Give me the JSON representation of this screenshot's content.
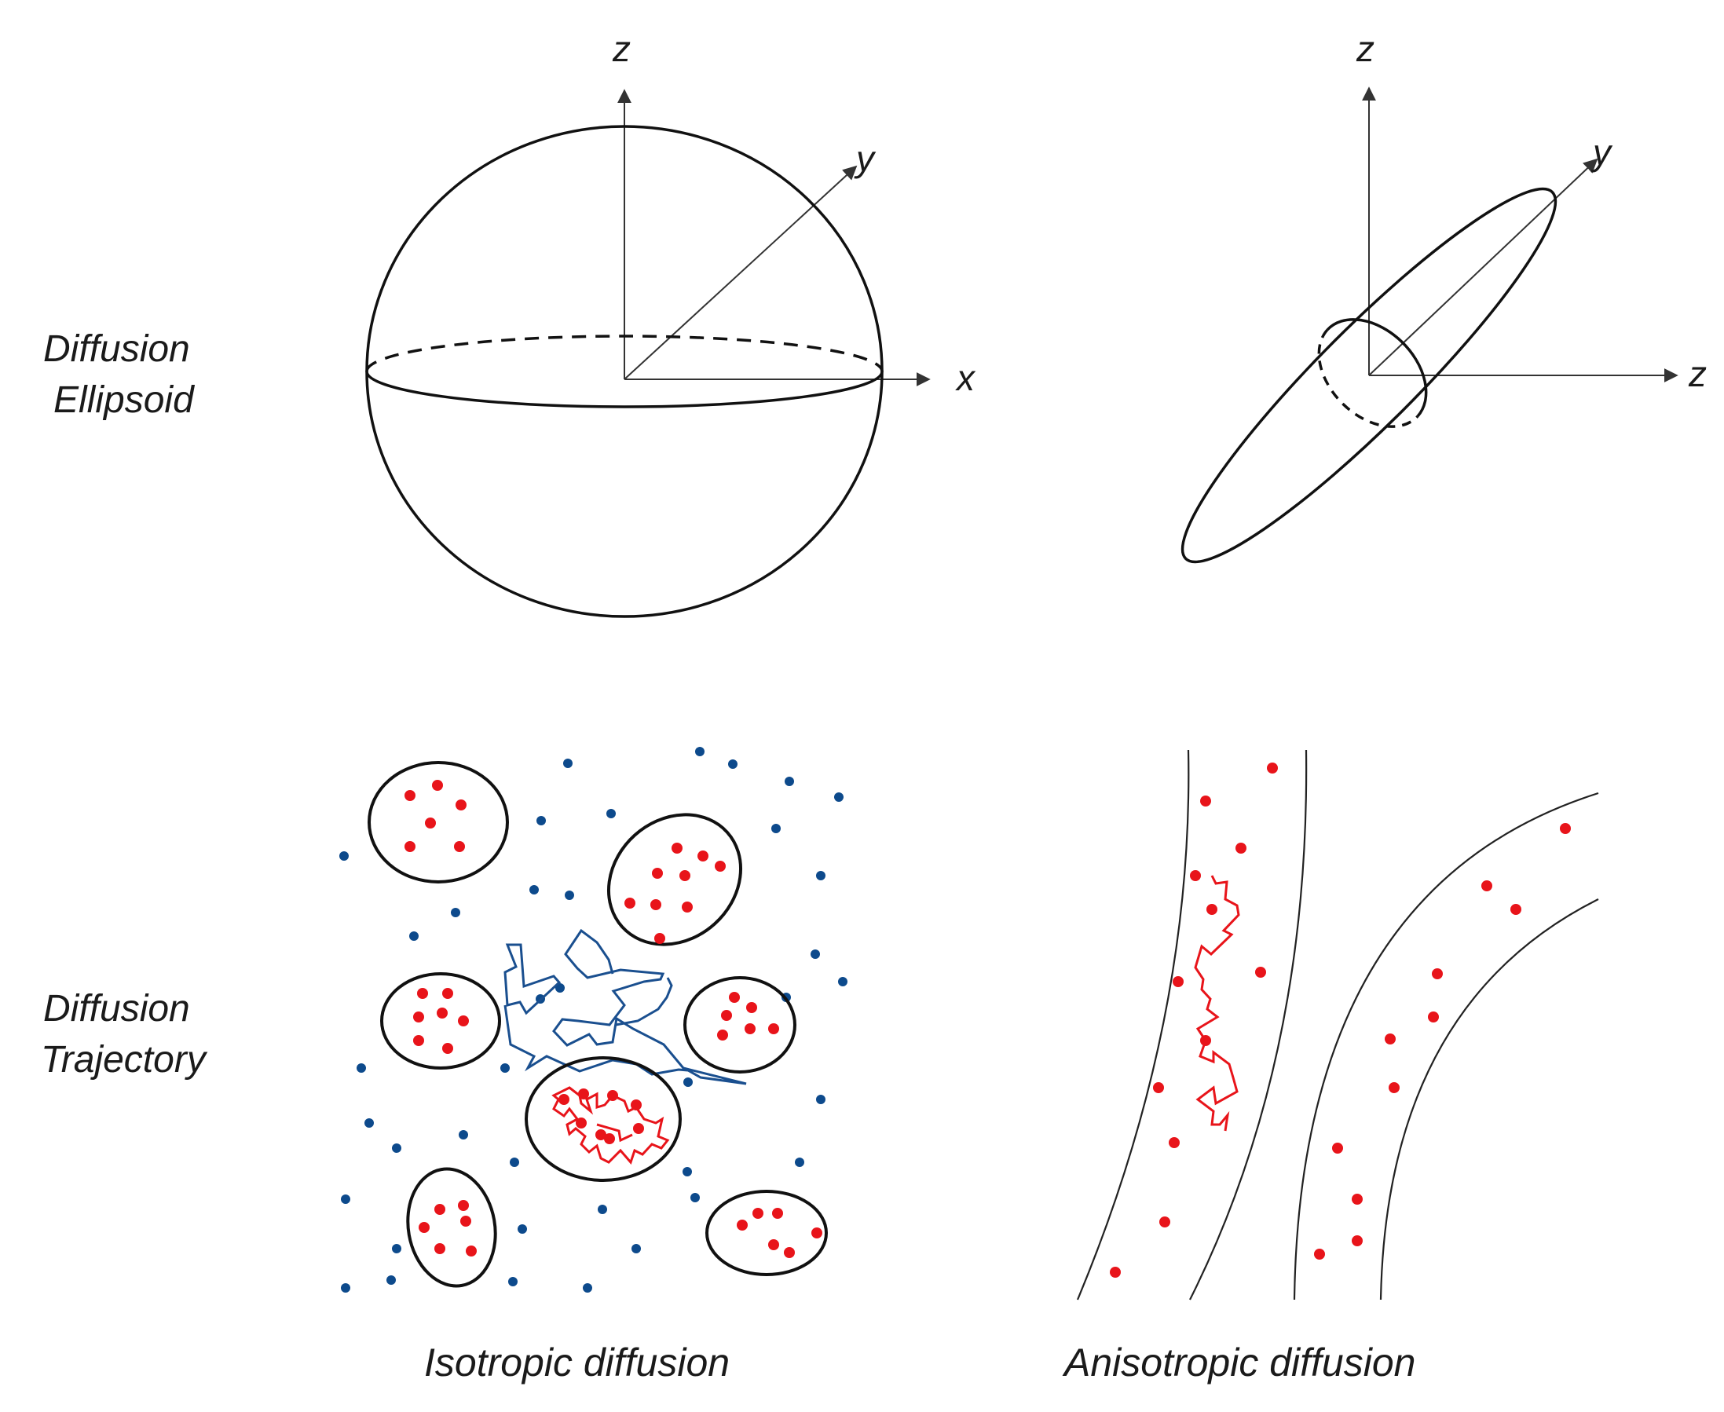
{
  "labels": {
    "row_ellipsoid_line1": "Diffusion",
    "row_ellipsoid_line2": "Ellipsoid",
    "row_trajectory_line1": "Diffusion",
    "row_trajectory_line2": "Trajectory",
    "col_isotropic": "Isotropic diffusion",
    "col_anisotropic": "Anisotropic diffusion"
  },
  "axes_isotropic": {
    "z": "z",
    "y": "y",
    "x": "x"
  },
  "axes_anisotropic": {
    "z_vertical": "z",
    "y": "y",
    "z_horizontal": "z"
  },
  "colors": {
    "ink": "#111111",
    "red_particle": "#e8141a",
    "red_path": "#e8141a",
    "blue_particle": "#0d4a8c",
    "blue_path": "#1a4f8f"
  }
}
